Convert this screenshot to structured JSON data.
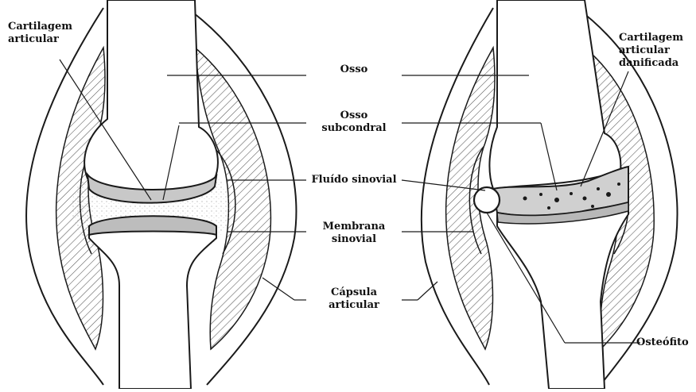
{
  "labels": {
    "cartilagem_articular": "Cartilagem\narticular",
    "osso": "Osso",
    "osso_subcondral": "Osso\nsubcondral",
    "fluido_sinovial": "Fluído sinovial",
    "membrana_sinovial": "Membrana\nsinovial",
    "capsula_articular": "Cápsula\narticular",
    "cartilagem_danificada": "Cartilagem\narticular\ndanificada",
    "osteofito": "Osteófito"
  },
  "colors": {
    "ink": "#1a1a1a",
    "hatch": "#555555",
    "bone_fill": "#ffffff",
    "cartilage_fill": "#d8d8d8",
    "fluid_fill": "#f3f3f3"
  }
}
